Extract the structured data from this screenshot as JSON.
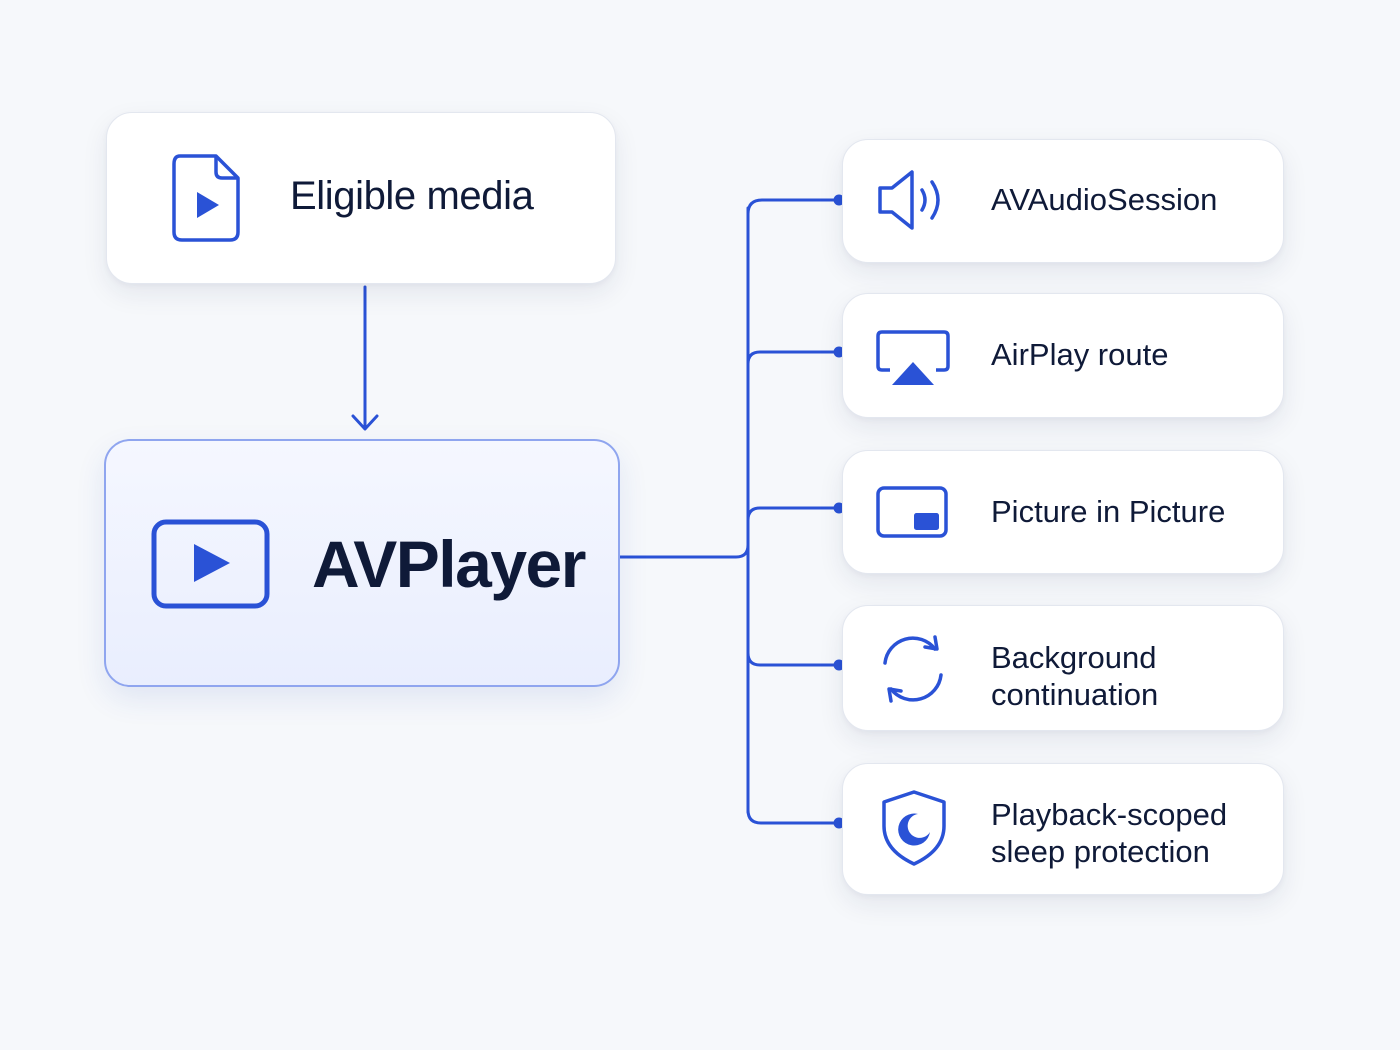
{
  "colors": {
    "accent": "#2a52d6",
    "text": "#0f1a38",
    "background": "#f6f8fb",
    "card": "#ffffff",
    "player_border": "#8fa5ef"
  },
  "source": {
    "label": "Eligible media",
    "icon": "media-file-icon"
  },
  "player": {
    "label": "AVPlayer",
    "icon": "play-icon"
  },
  "capabilities": [
    {
      "icon": "speaker-icon",
      "lines": [
        "AVAudioSession"
      ]
    },
    {
      "icon": "airplay-icon",
      "lines": [
        "AirPlay route"
      ]
    },
    {
      "icon": "picture-in-picture-icon",
      "lines": [
        "Picture in Picture"
      ]
    },
    {
      "icon": "refresh-icon",
      "lines": [
        "Background",
        "continuation"
      ]
    },
    {
      "icon": "shield-moon-icon",
      "lines": [
        "Playback-scoped",
        "sleep protection"
      ]
    }
  ]
}
